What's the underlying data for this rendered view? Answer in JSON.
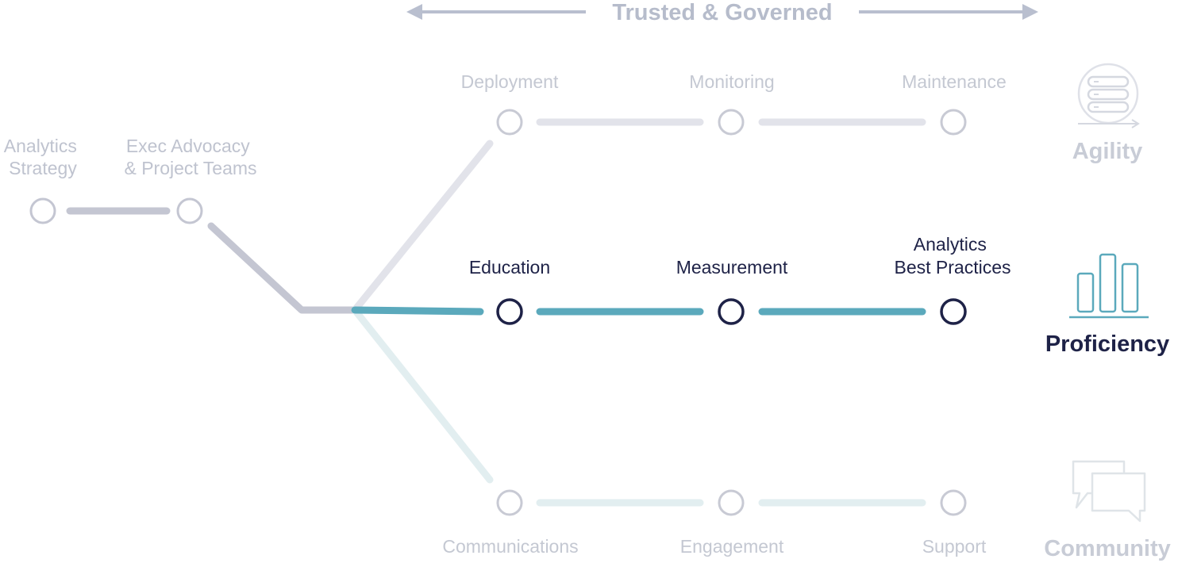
{
  "header": {
    "label": "Trusted & Governed"
  },
  "colors": {
    "accent": "#5ba9bc",
    "dark_node": "#1e2247",
    "muted_text": "#bfc3cf",
    "header_text": "#b6bccb",
    "trunk": "#c4c6d2",
    "top_track": "#e2e3ea",
    "bottom_track": "#e2eef0",
    "title_active": "#1e2247",
    "title_muted": "#c8ccd6"
  },
  "origin": {
    "nodes": [
      {
        "label_lines": [
          "Analytics",
          "Strategy"
        ]
      },
      {
        "label_lines": [
          "Exec Advocacy",
          "& Project Teams"
        ]
      }
    ]
  },
  "tracks": {
    "agility": {
      "title": "Agility",
      "icon": "database-icon",
      "nodes": [
        {
          "label_lines": [
            "Deployment"
          ]
        },
        {
          "label_lines": [
            "Monitoring"
          ]
        },
        {
          "label_lines": [
            "Maintenance"
          ]
        }
      ]
    },
    "proficiency": {
      "title": "Proficiency",
      "icon": "bar-chart-icon",
      "nodes": [
        {
          "label_lines": [
            "Education"
          ]
        },
        {
          "label_lines": [
            "Measurement"
          ]
        },
        {
          "label_lines": [
            "Analytics",
            "Best Practices"
          ]
        }
      ]
    },
    "community": {
      "title": "Community",
      "icon": "chat-bubbles-icon",
      "nodes": [
        {
          "label_lines": [
            "Communications"
          ]
        },
        {
          "label_lines": [
            "Engagement"
          ]
        },
        {
          "label_lines": [
            "Support"
          ]
        }
      ]
    }
  }
}
